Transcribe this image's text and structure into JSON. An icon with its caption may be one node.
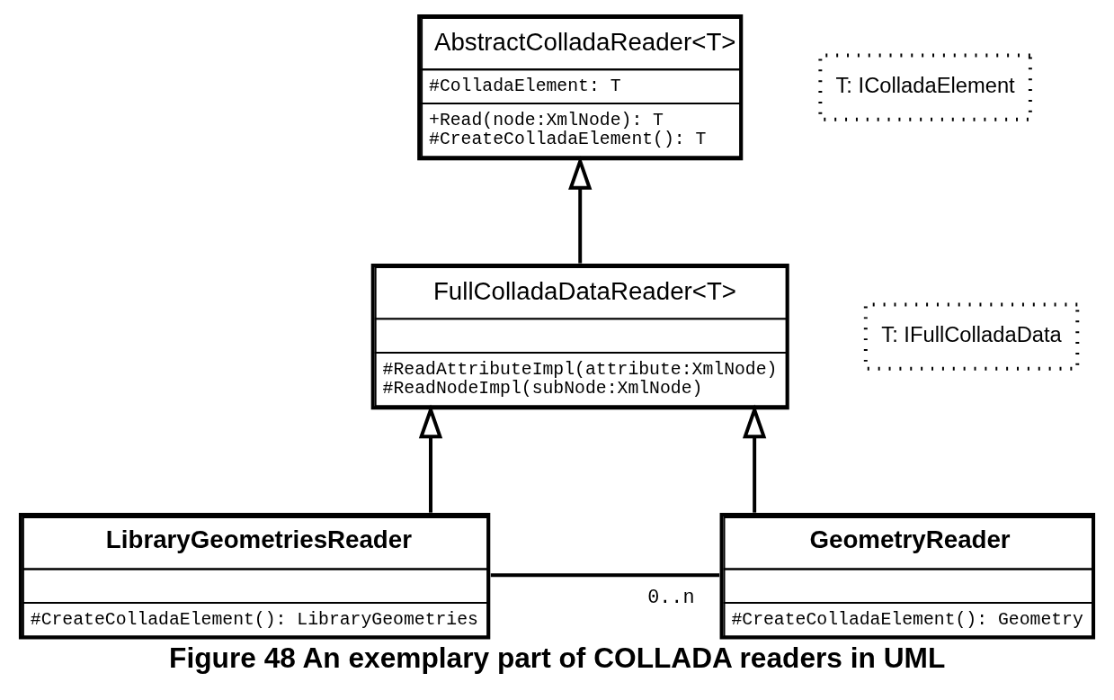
{
  "diagram": {
    "caption": "Figure 48 An exemplary part of COLLADA readers in UML",
    "nodes": [
      {
        "text": [
          "AbstractColladaReader<T>",
          "#ColladaElement: T",
          "+Read(node:XmlNode): T",
          "#CreateColladaElement(): T"
        ]
      },
      {
        "text": [
          "T: IColladaElement"
        ]
      },
      {
        "text": [
          "FullColladaDataReader<T>",
          "#ReadAttributeImpl(attribute:XmlNode)",
          "#ReadNodeImpl(subNode:XmlNode)"
        ]
      },
      {
        "text": [
          "T: IFullColladaData"
        ]
      },
      {
        "text": [
          "LibraryGeometriesReader",
          "#CreateColladaElement(): LibraryGeometries"
        ]
      },
      {
        "text": [
          "GeometryReader",
          "#CreateColladaElement(): Geometry"
        ]
      }
    ],
    "edges": [
      {
        "from": 2,
        "to": 0,
        "arrow": "to"
      },
      {
        "from": 4,
        "to": 2,
        "arrow": "to"
      },
      {
        "from": 5,
        "to": 2,
        "arrow": "to"
      },
      {
        "from": 4,
        "to": 5,
        "arrow": "none",
        "label": "0..n"
      }
    ]
  }
}
